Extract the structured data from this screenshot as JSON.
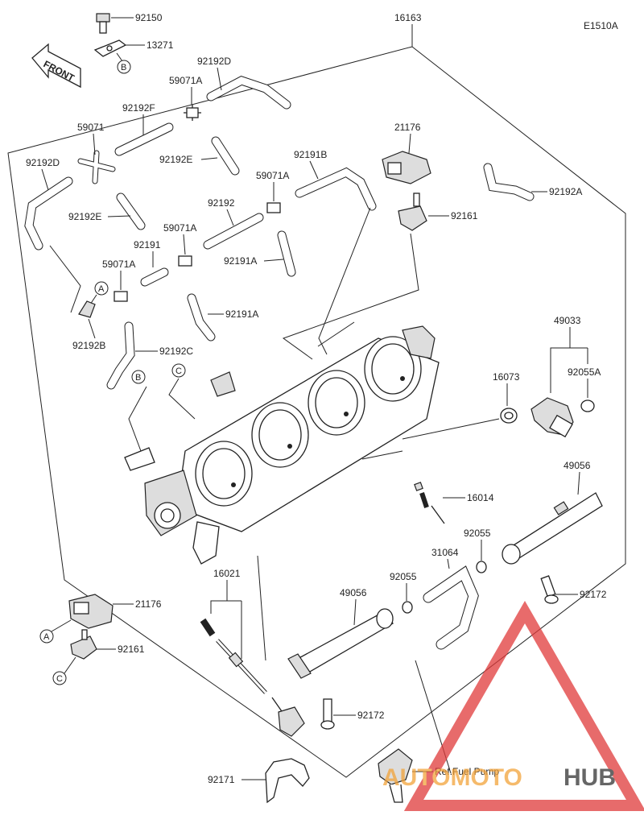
{
  "diagram_code": "E1510A",
  "front_label": "FRONT",
  "ref_note": "Ref.Fuel Pump",
  "watermark": {
    "part1": "AUTOMOTO",
    "part2": "HUB",
    "color1": "#f2a33a",
    "color2": "#333333",
    "logo_color": "#e03a3a"
  },
  "refs": {
    "A": "A",
    "B": "B",
    "C": "C"
  },
  "labels": {
    "l92150": "92150",
    "l13271": "13271",
    "l16163": "16163",
    "l92192D_top": "92192D",
    "l59071A_1": "59071A",
    "l92192F": "92192F",
    "l59071": "59071",
    "l92192E_1": "92192E",
    "l92192D_left": "92192D",
    "l92192E_2": "92192E",
    "l21176_top": "21176",
    "l92191B": "92191B",
    "l59071A_2": "59071A",
    "l92192A": "92192A",
    "l92192": "92192",
    "l92161_top": "92161",
    "l59071A_3": "59071A",
    "l92191": "92191",
    "l92191A_1": "92191A",
    "l59071A_4": "59071A",
    "l92191A_2": "92191A",
    "l92192B": "92192B",
    "l92192C": "92192C",
    "l49033": "49033",
    "l16073": "16073",
    "l92055A": "92055A",
    "l49056_right": "49056",
    "l16014": "16014",
    "l92055_1": "92055",
    "l31064": "31064",
    "l16021": "16021",
    "l92055_2": "92055",
    "l49056_mid": "49056",
    "l92172_right": "92172",
    "l21176_bottom": "21176",
    "l92161_bottom": "92161",
    "l92172_bottom": "92172",
    "l92171": "92171"
  }
}
